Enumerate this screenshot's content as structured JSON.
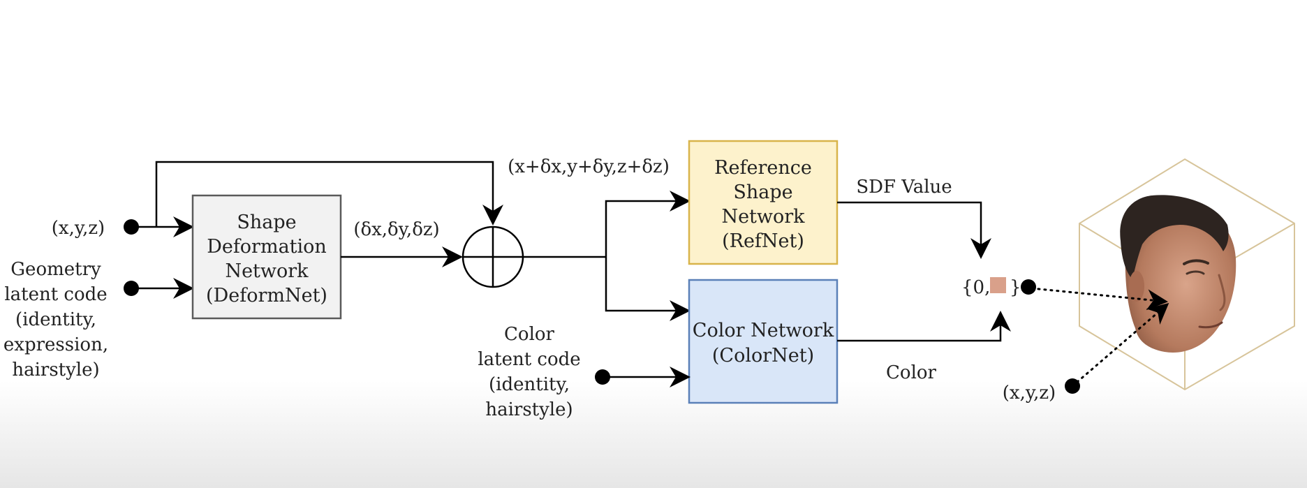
{
  "inputs": {
    "xyz_left": "(x,y,z)",
    "geometry_code": [
      "Geometry",
      "latent code",
      "(identity,",
      "expression,",
      "hairstyle)"
    ],
    "color_code": [
      "Color",
      "latent code",
      "(identity,",
      "hairstyle)"
    ],
    "xyz_right": "(x,y,z)"
  },
  "nodes": {
    "deformnet": [
      "Shape",
      "Deformation",
      "Network",
      "(DeformNet)"
    ],
    "refnet": [
      "Reference",
      "Shape",
      "Network",
      "(RefNet)"
    ],
    "colornet": [
      "Color Network",
      "(ColorNet)"
    ]
  },
  "edges": {
    "delta": "(δx,δy,δz)",
    "deformed_point": "(x+δx,y+δy,z+δz)",
    "sdf": "SDF Value",
    "color": "Color"
  },
  "output": {
    "prefix": "{0,",
    "suffix": "}"
  },
  "colors": {
    "deformnet_fill": "#f2f2f2",
    "deformnet_stroke": "#5a5a5a",
    "refnet_fill": "#fdf2cc",
    "refnet_stroke": "#d8b44a",
    "colornet_fill": "#d9e6f8",
    "colornet_stroke": "#5a80b8",
    "swatch": "#d9a08a",
    "cube_stroke": "#d7c49a",
    "background_bottom": "#e6e6e6"
  },
  "icons": {
    "face": "face-photo-icon",
    "sum": "sum-circle-icon"
  }
}
